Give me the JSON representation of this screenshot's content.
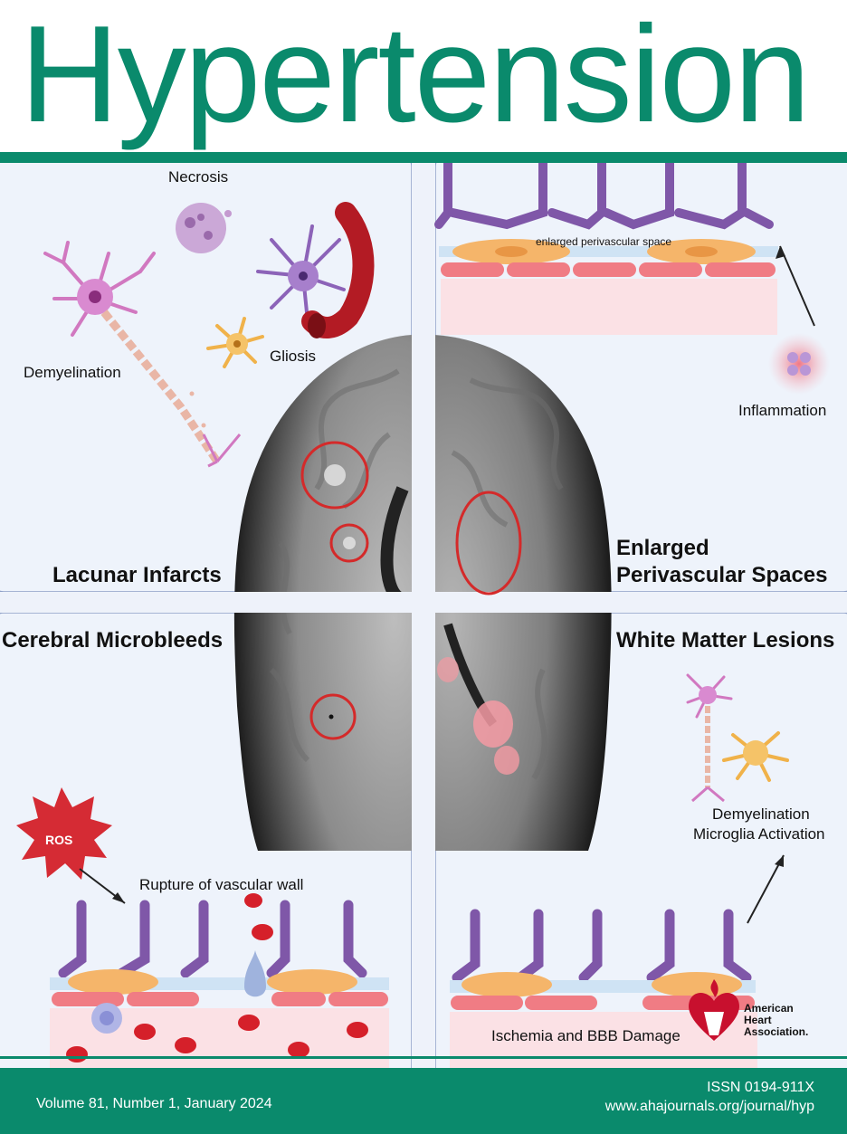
{
  "journal_title": "Hypertension",
  "panels": {
    "lacunar": {
      "heading": "Lacunar Infarcts",
      "labels": {
        "necrosis": "Necrosis",
        "gliosis": "Gliosis",
        "demyelination": "Demyelination"
      }
    },
    "perivascular": {
      "heading_line1": "Enlarged",
      "heading_line2": "Perivascular Spaces",
      "labels": {
        "enlarged_space": "enlarged perivascular space",
        "inflammation": "Inflammation"
      }
    },
    "microbleeds": {
      "heading": "Cerebral Microbleeds",
      "labels": {
        "ros": "ROS",
        "rupture": "Rupture of vascular wall"
      }
    },
    "white_matter": {
      "heading": "White Matter Lesions",
      "labels": {
        "demyelination": "Demyelination",
        "microglia": "Microglia Activation",
        "ischemia": "Ischemia and BBB Damage"
      }
    }
  },
  "aha_logo": {
    "line1": "American",
    "line2": "Heart",
    "line3": "Association."
  },
  "footer": {
    "issue": "Volume 81, Number 1, January 2024",
    "issn": "ISSN 0194-911X",
    "url": "www.ahajournals.org/journal/hyp"
  },
  "colors": {
    "brand_green": "#0a8a6c",
    "panel_bg": "#eef2fa",
    "lesion_red": "#d42a2a"
  }
}
